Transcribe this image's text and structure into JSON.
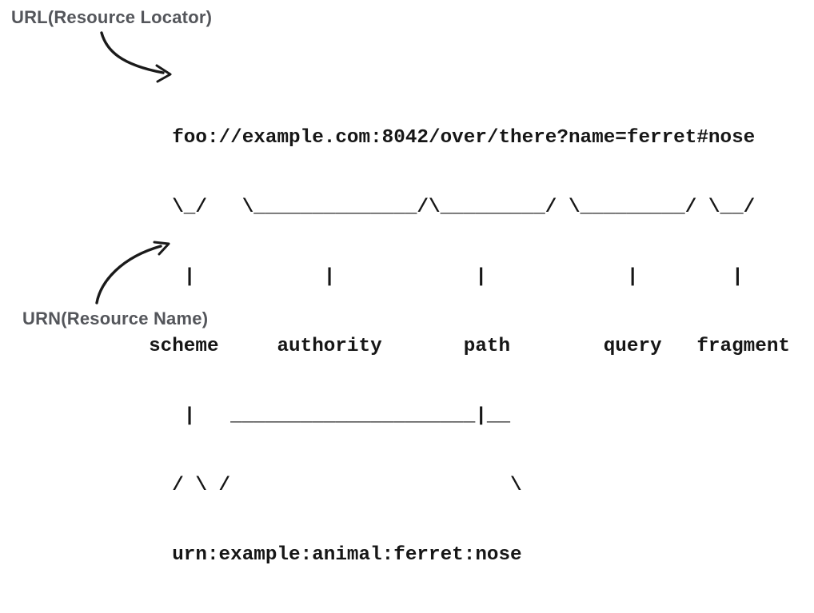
{
  "annotations": {
    "url_label": "URL(Resource Locator)",
    "urn_label": "URN(Resource Name)",
    "label_color": "#54565b",
    "arrow_color": "#1a1a1a"
  },
  "diagram": {
    "text_color": "#161616",
    "uri": "foo://example.com:8042/over/there?name=ferret#nose",
    "urn": "urn:example:animal:ferret:nose",
    "segment_labels": [
      "scheme",
      "authority",
      "path",
      "query",
      "fragment"
    ],
    "lines": [
      "         foo://example.com:8042/over/there?name=ferret#nose",
      "         \\_/   \\______________/\\_________/ \\_________/ \\__/",
      "          |           |            |            |        |",
      "       scheme     authority       path        query   fragment",
      "          |   _____________________|__",
      "         / \\ /                        \\",
      "         urn:example:animal:ferret:nose"
    ]
  }
}
